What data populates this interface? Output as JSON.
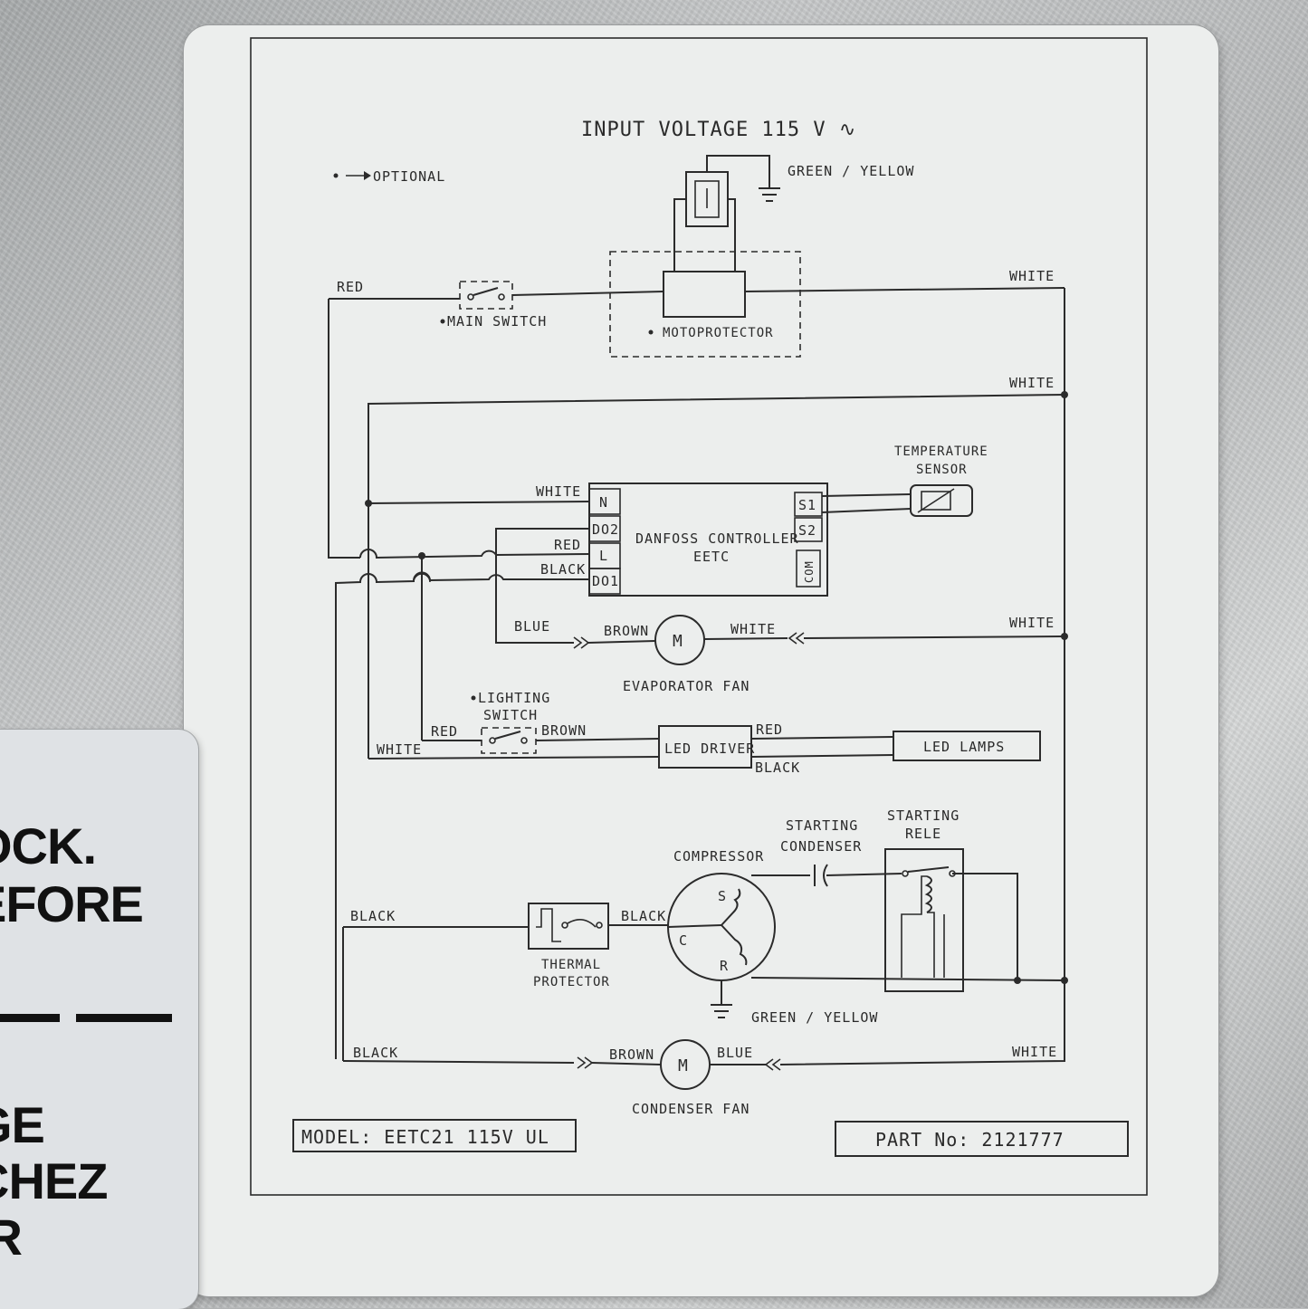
{
  "diagram": {
    "title": "INPUT VOLTAGE 115 V ∿",
    "optional_legend": "OPTIONAL",
    "ground_top_label": "GREEN / YELLOW",
    "wire_labels": {
      "red_main": "RED",
      "white_main": "WHITE",
      "white_bus": "WHITE",
      "white_n": "WHITE",
      "red_l": "RED",
      "black_ddi": "BLACK",
      "blue_evap": "BLUE",
      "brown_evap": "BROWN",
      "white_evap": "WHITE",
      "white_evap_right": "WHITE",
      "red_lighting": "RED",
      "brown_lighting": "BROWN",
      "white_lighting": "WHITE",
      "red_led": "RED",
      "black_led": "BLACK",
      "black_comp_left": "BLACK",
      "black_comp_right": "BLACK",
      "black_cond": "BLACK",
      "brown_cond": "BROWN",
      "blue_cond": "BLUE",
      "white_cond": "WHITE"
    },
    "components": {
      "main_switch": "MAIN SWITCH",
      "motoprotector": "MOTOPROTECTOR",
      "temperature_sensor_1": "TEMPERATURE",
      "temperature_sensor_2": "SENSOR",
      "controller_1": "DANFOSS CONTROLLER",
      "controller_2": "EETC",
      "terminal_n": "N",
      "terminal_do2": "DO2",
      "terminal_l": "L",
      "terminal_do1": "DO1",
      "terminal_s1": "S1",
      "terminal_s2": "S2",
      "terminal_com": "COM",
      "motor_symbol": "M",
      "evaporator_fan": "EVAPORATOR FAN",
      "lighting_switch_1": "LIGHTING",
      "lighting_switch_2": "SWITCH",
      "led_driver": "LED DRIVER",
      "led_lamps": "LED LAMPS",
      "compressor": "COMPRESSOR",
      "starting_condenser_1": "STARTING",
      "starting_condenser_2": "CONDENSER",
      "starting_rele_1": "STARTING",
      "starting_rele_2": "RELE",
      "thermal_protector_1": "THERMAL",
      "thermal_protector_2": "PROTECTOR",
      "comp_s": "S",
      "comp_c": "C",
      "comp_r": "R",
      "ground_bottom_label": "GREEN / YELLOW",
      "condenser_fan": "CONDENSER FAN"
    },
    "model": "MODEL: EETC21 115V UL",
    "part_no": "PART No: 2121777"
  },
  "warning_label": {
    "lines": [
      "OCK.",
      "EFORE",
      "GE",
      "CHEZ",
      "IR"
    ]
  }
}
